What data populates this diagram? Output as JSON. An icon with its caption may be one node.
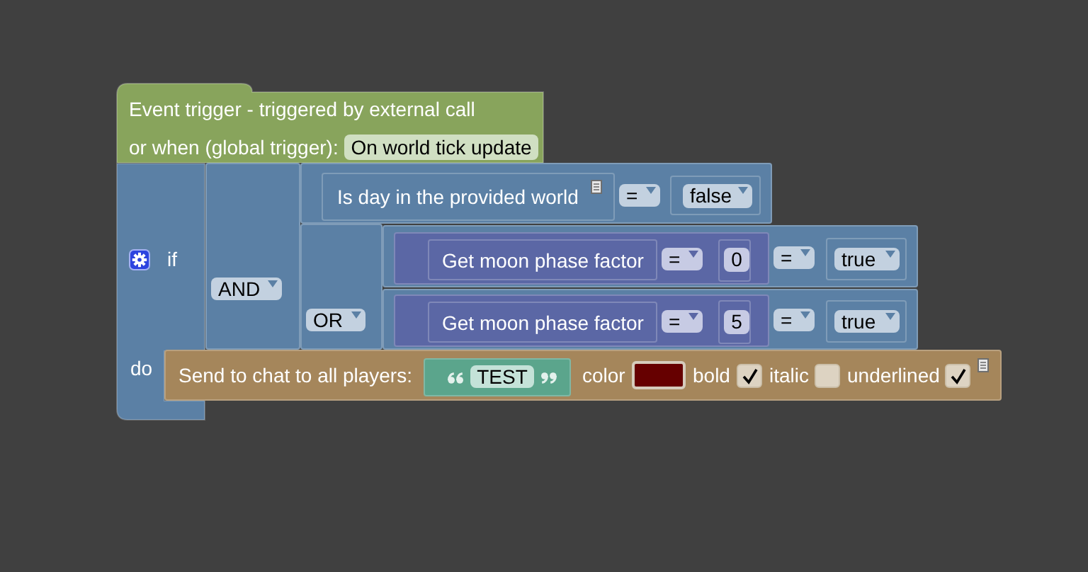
{
  "diagram": {
    "nodes": [
      {
        "text": [
          "Event trigger - triggered by external call",
          "or when (global trigger):",
          "On world tick update"
        ]
      },
      {
        "text": [
          "if",
          "do"
        ]
      },
      {
        "text": [
          "AND"
        ]
      },
      {
        "text": [
          "="
        ]
      },
      {
        "text": [
          "Is day in the provided world"
        ],
        "in": 3
      },
      {
        "text": [
          "false"
        ],
        "in": 3
      },
      {
        "text": [
          "OR"
        ]
      },
      {
        "text": [
          "="
        ]
      },
      {
        "text": [
          "="
        ],
        "in": 7
      },
      {
        "text": [
          "Get moon phase factor"
        ],
        "in": 8
      },
      {
        "text": [
          "0"
        ],
        "in": 8
      },
      {
        "text": [
          "true"
        ],
        "in": 7
      },
      {
        "text": [
          "="
        ]
      },
      {
        "text": [
          "="
        ],
        "in": 12
      },
      {
        "text": [
          "Get moon phase factor"
        ],
        "in": 13
      },
      {
        "text": [
          "5"
        ],
        "in": 13
      },
      {
        "text": [
          "true"
        ],
        "in": 12
      },
      {
        "text": [
          "Send to chat to all players:",
          "color",
          "bold",
          "italic",
          "underlined"
        ]
      },
      {
        "text": [
          "TEST"
        ],
        "in": 17
      }
    ]
  }
}
